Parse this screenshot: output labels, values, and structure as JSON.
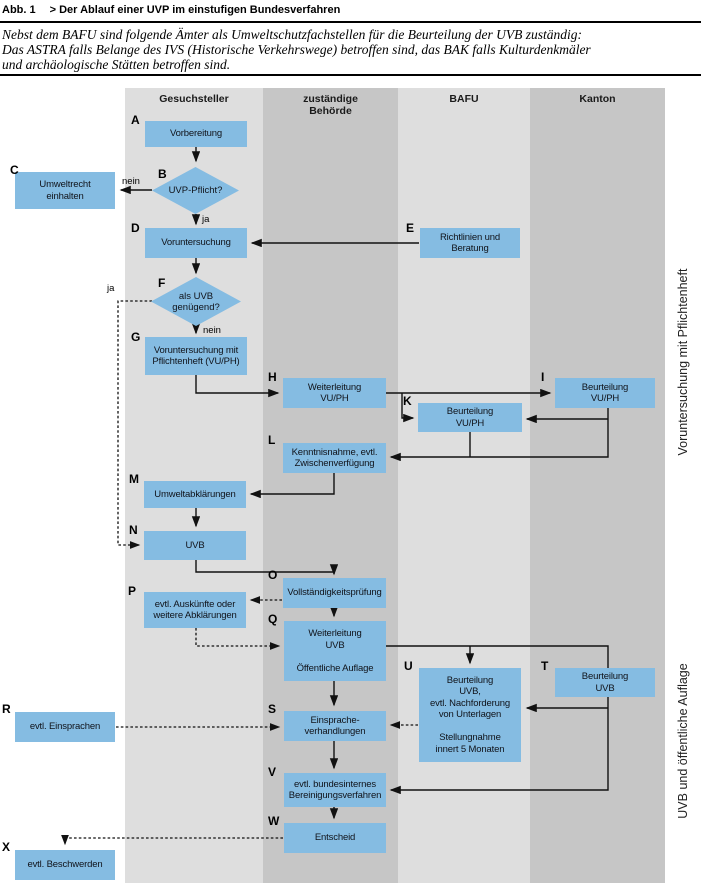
{
  "header": {
    "figure_label": "Abb. 1",
    "title": "> Der Ablauf einer UVP im einstufigen Bundesverfahren",
    "note": "Nebst dem BAFU sind folgende Ämter als Umweltschutzfachstellen für die Beurteilung der UVB zuständig:\nDas ASTRA falls Belange des IVS (Historische Verkehrswege) betroffen sind, das BAK falls Kulturdenkmäler\nund archäologische Stätten betroffen sind."
  },
  "columns": {
    "c1": "Gesuchsteller",
    "c2": "zuständige\nBehörde",
    "c3": "BAFU",
    "c4": "Kanton"
  },
  "side_labels": {
    "top": "Voruntersuchung mit Pflichtenheft",
    "bottom": "UVB und öffentliche Auflage"
  },
  "edge_labels": {
    "b_nein": "nein",
    "b_ja": "ja",
    "f_ja": "ja",
    "f_nein": "nein"
  },
  "nodes": {
    "A": {
      "letter": "A",
      "text": "Vorbereitung"
    },
    "B": {
      "letter": "B",
      "text": "UVP-Pflicht?"
    },
    "C": {
      "letter": "C",
      "text": "Umweltrecht\neinhalten"
    },
    "D": {
      "letter": "D",
      "text": "Voruntersuchung"
    },
    "E": {
      "letter": "E",
      "text": "Richtlinien und\nBeratung"
    },
    "F": {
      "letter": "F",
      "text": "als UVB\ngenügend?"
    },
    "G": {
      "letter": "G",
      "text": "Voruntersuchung mit\nPflichtenheft (VU/PH)"
    },
    "H": {
      "letter": "H",
      "text": "Weiterleitung\nVU/PH"
    },
    "I": {
      "letter": "I",
      "text": "Beurteilung\nVU/PH"
    },
    "K": {
      "letter": "K",
      "text": "Beurteilung\nVU/PH"
    },
    "L": {
      "letter": "L",
      "text": "Kenntnisnahme, evtl.\nZwischenverfügung"
    },
    "M": {
      "letter": "M",
      "text": "Umweltabklärungen"
    },
    "N": {
      "letter": "N",
      "text": "UVB"
    },
    "O": {
      "letter": "O",
      "text": "Vollständigkeitsprüfung"
    },
    "P": {
      "letter": "P",
      "text": "evtl. Auskünfte oder\nweitere Abklärungen"
    },
    "Q": {
      "letter": "Q",
      "text": "Weiterleitung\nUVB\n\nÖffentliche Auflage"
    },
    "R": {
      "letter": "R",
      "text": "evtl. Einsprachen"
    },
    "S": {
      "letter": "S",
      "text": "Einsprache-\nverhandlungen"
    },
    "T": {
      "letter": "T",
      "text": "Beurteilung\nUVB"
    },
    "U": {
      "letter": "U",
      "text": "Beurteilung\nUVB,\nevtl. Nachforderung\nvon Unterlagen\n\nStellungnahme\ninnert 5 Monaten"
    },
    "V": {
      "letter": "V",
      "text": "evtl. bundesinternes\nBereinigungsverfahren"
    },
    "W": {
      "letter": "W",
      "text": "Entscheid"
    },
    "X": {
      "letter": "X",
      "text": "evtl. Beschwerden"
    }
  },
  "colors": {
    "box_blue": "#85bce2",
    "column_light": "#dedede",
    "column_dark": "#c6c6c6",
    "line_black": "#111111"
  }
}
